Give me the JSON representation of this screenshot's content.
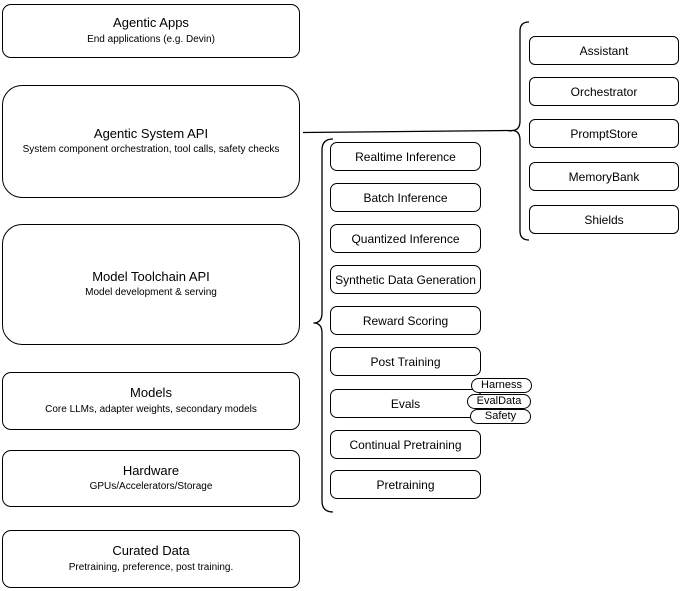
{
  "diagram": {
    "left_column": [
      {
        "title": "Agentic Apps",
        "subtitle": "End applications (e.g. Devin)"
      },
      {
        "title": "Agentic System API",
        "subtitle": "System component orchestration, tool calls, safety checks"
      },
      {
        "title": "Model Toolchain API",
        "subtitle": "Model development & serving"
      },
      {
        "title": "Models",
        "subtitle": "Core LLMs, adapter weights, secondary models"
      },
      {
        "title": "Hardware",
        "subtitle": "GPUs/Accelerators/Storage"
      },
      {
        "title": "Curated Data",
        "subtitle": "Pretraining, preference, post training."
      }
    ],
    "middle_column": [
      "Realtime Inference",
      "Batch Inference",
      "Quantized Inference",
      "Synthetic Data Generation",
      "Reward Scoring",
      "Post Training",
      "Evals",
      "Continual Pretraining",
      "Pretraining"
    ],
    "eval_tags": [
      "Harness",
      "EvalData",
      "Safety"
    ],
    "right_column": [
      "Assistant",
      "Orchestrator",
      "PromptStore",
      "MemoryBank",
      "Shields"
    ],
    "colors": {
      "stroke": "#000000",
      "fill": "#ffffff",
      "text": "#000000",
      "background": "#ffffff"
    }
  }
}
